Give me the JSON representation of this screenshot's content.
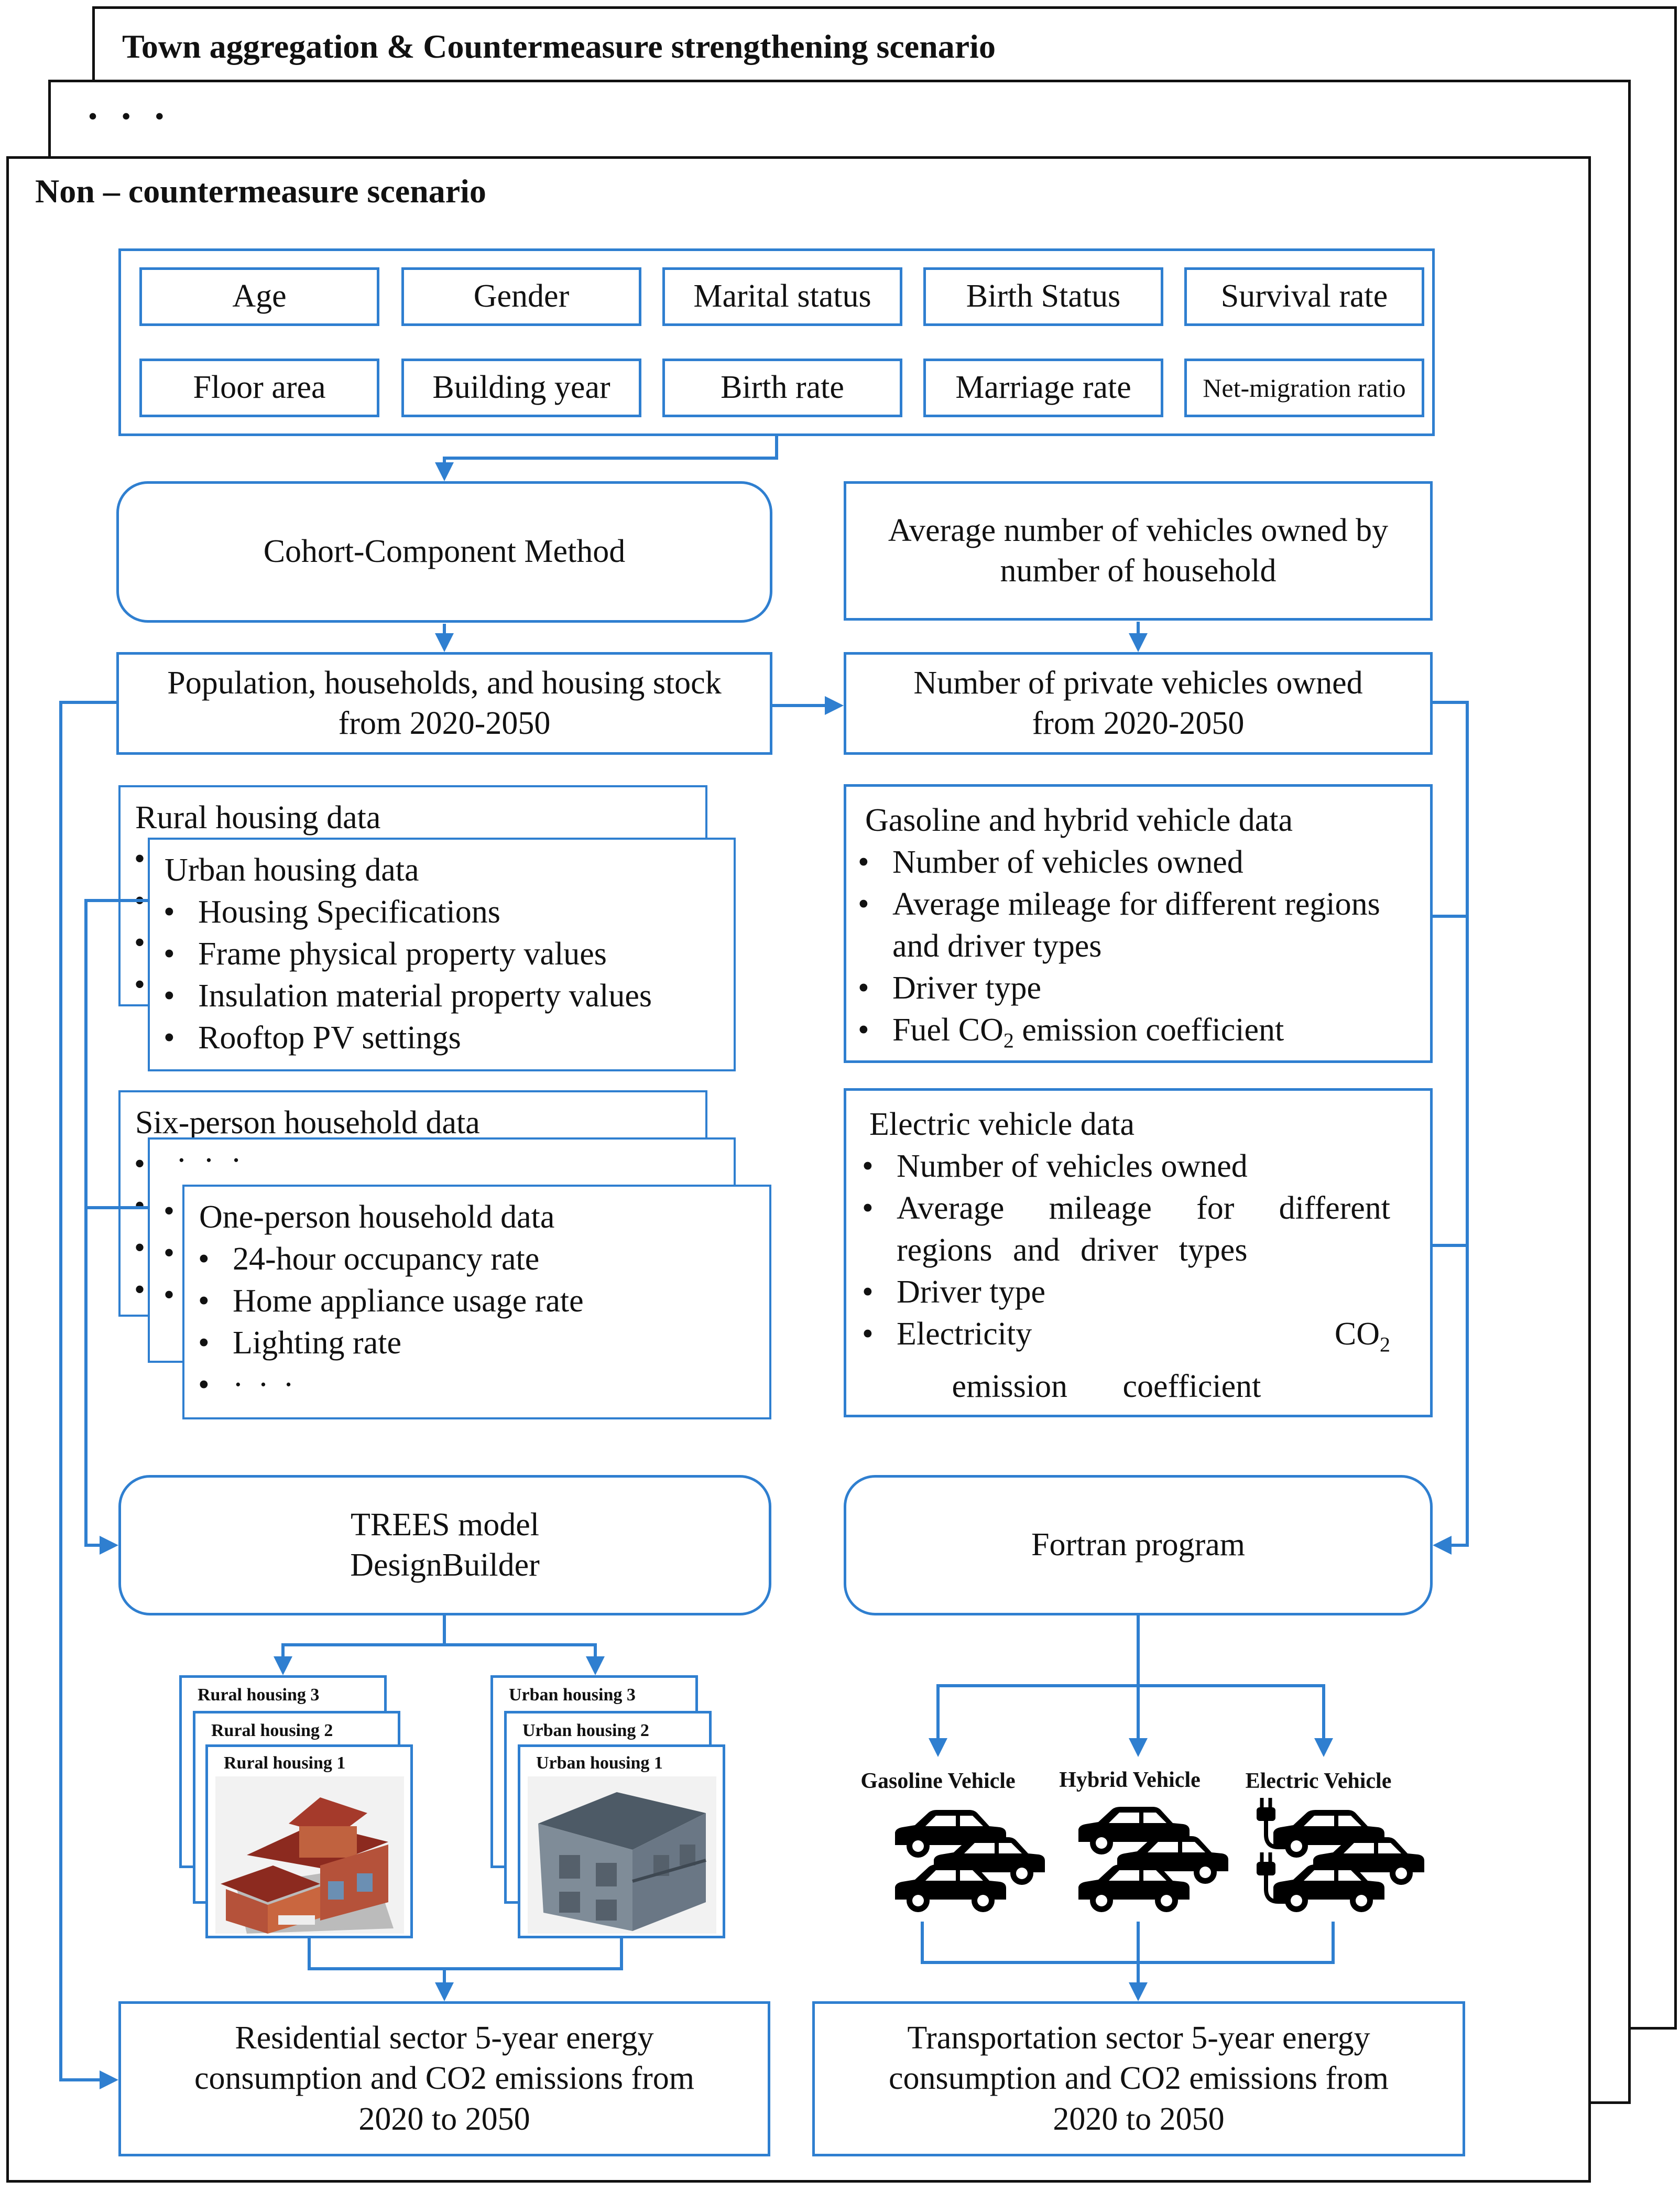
{
  "colors": {
    "flow_blue": "#2f7fd0",
    "frame_black": "#111111"
  },
  "scenarios": {
    "back_title": "Town aggregation & Countermeasure strengthening scenario",
    "middle_title": "• • •",
    "front_title": "Non – countermeasure scenario"
  },
  "input_factors": {
    "row1": [
      "Age",
      "Gender",
      "Marital status",
      "Birth Status",
      "Survival rate"
    ],
    "row2": [
      "Floor area",
      "Building year",
      "Birth rate",
      "Marriage rate",
      "Net-migration ratio"
    ]
  },
  "left": {
    "cohort_method": "Cohort-Component Method",
    "population_line1": "Population, households, and housing stock",
    "population_line2": "from 2020-2050",
    "rural_housing_title": "Rural housing data",
    "urban_housing_title": "Urban housing data",
    "urban_housing_items": [
      "Housing Specifications",
      "Frame physical property values",
      "Insulation material property values",
      "Rooftop PV settings"
    ],
    "six_person_title": "Six-person household data",
    "middle_ellipsis": "· · ·",
    "one_person_title": "One-person household data",
    "one_person_items": [
      "24-hour occupancy rate",
      "Home appliance usage rate",
      "Lighting rate",
      "· · ·"
    ],
    "model_line1": "TREES model",
    "model_line2": "DesignBuilder",
    "rural_cards": [
      "Rural housing 3",
      "Rural housing 2",
      "Rural housing 1"
    ],
    "urban_cards": [
      "Urban housing 3",
      "Urban housing 2",
      "Urban housing 1"
    ],
    "result_line1": "Residential sector 5-year energy",
    "result_line2": "consumption and CO2 emissions from",
    "result_line3": "2020 to 2050"
  },
  "right": {
    "avg_vehicles_line1": "Average number of vehicles owned by",
    "avg_vehicles_line2": "number of household",
    "private_line1": "Number of private vehicles owned",
    "private_line2": "from 2020-2050",
    "gasoline_title": "Gasoline and hybrid vehicle data",
    "gasoline_items": [
      "Number of vehicles owned",
      "Average mileage for different regions and driver types",
      "Driver type"
    ],
    "gasoline_fuel_prefix": "Fuel CO",
    "co2_subscript": "2",
    "gasoline_fuel_suffix": " emission coefficient",
    "ev_title": "Electric vehicle data",
    "ev_items": [
      "Number of vehicles owned",
      "Average mileage for different regions and driver types",
      "Driver type"
    ],
    "ev_elec_prefix": "Electricity CO",
    "ev_elec_suffix": " emission coefficient",
    "fortran": "Fortran program",
    "vehicle_types": [
      "Gasoline Vehicle",
      "Hybrid Vehicle",
      "Electric Vehicle"
    ],
    "result_line1": "Transportation sector 5-year energy",
    "result_line2": "consumption and CO2 emissions from",
    "result_line3": "2020 to 2050"
  }
}
